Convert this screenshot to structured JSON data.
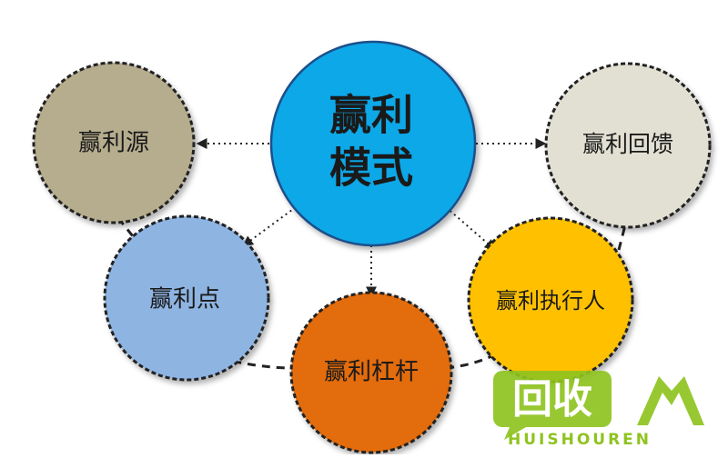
{
  "nodes": {
    "center": {
      "line1": "赢利",
      "line2": "模式",
      "fill": "#0aa8e8"
    },
    "source": {
      "label": "赢利源",
      "fill": "#b6ad8e"
    },
    "feedback": {
      "label": "赢利回馈",
      "fill": "#e2e0d2"
    },
    "point": {
      "label": "赢利点",
      "fill": "#8eb4e2"
    },
    "executor": {
      "label": "赢利执行人",
      "fill": "#ffc000"
    },
    "leverage": {
      "label": "赢利杠杆",
      "fill": "#e36c09"
    }
  },
  "watermark": {
    "logo_text": "回收",
    "site": "HUISHOUREN",
    "color": "#8fc31f"
  }
}
